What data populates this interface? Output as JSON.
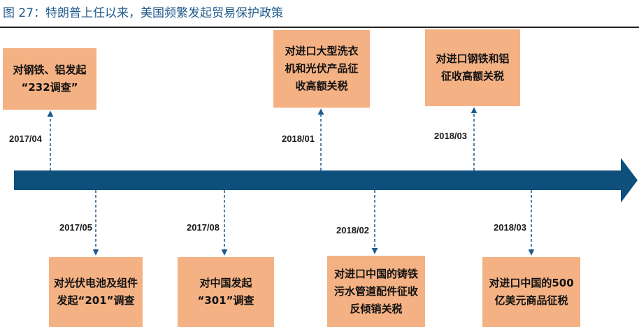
{
  "figure_title": "图 27：特朗普上任以来，美国频繁发起贸易保护政策",
  "colors": {
    "title": "#1f5a8c",
    "timeline_arrow": "#0f4f7b",
    "event_box": "#f4b183",
    "connector": "#1f5a8c"
  },
  "events_above": [
    {
      "date": "2017/04",
      "text": "对钢铁、铝发起\n“232调查”"
    },
    {
      "date": "2018/01",
      "text": "对进口大型洗衣\n机和光伏产品征\n收高额关税"
    },
    {
      "date": "2018/03",
      "text": "对进口钢铁和铝\n征收高额关税"
    }
  ],
  "events_below": [
    {
      "date": "2017/05",
      "text": "对光伏电池及组件\n发起“201”调查"
    },
    {
      "date": "2017/08",
      "text": "对中国发起\n“301”调查"
    },
    {
      "date": "2018/02",
      "text": "对进口中国的铸铁\n污水管道配件征收\n反倾销关税"
    },
    {
      "date": "2018/03",
      "text": "对进口中国的500\n亿美元商品征税"
    }
  ]
}
